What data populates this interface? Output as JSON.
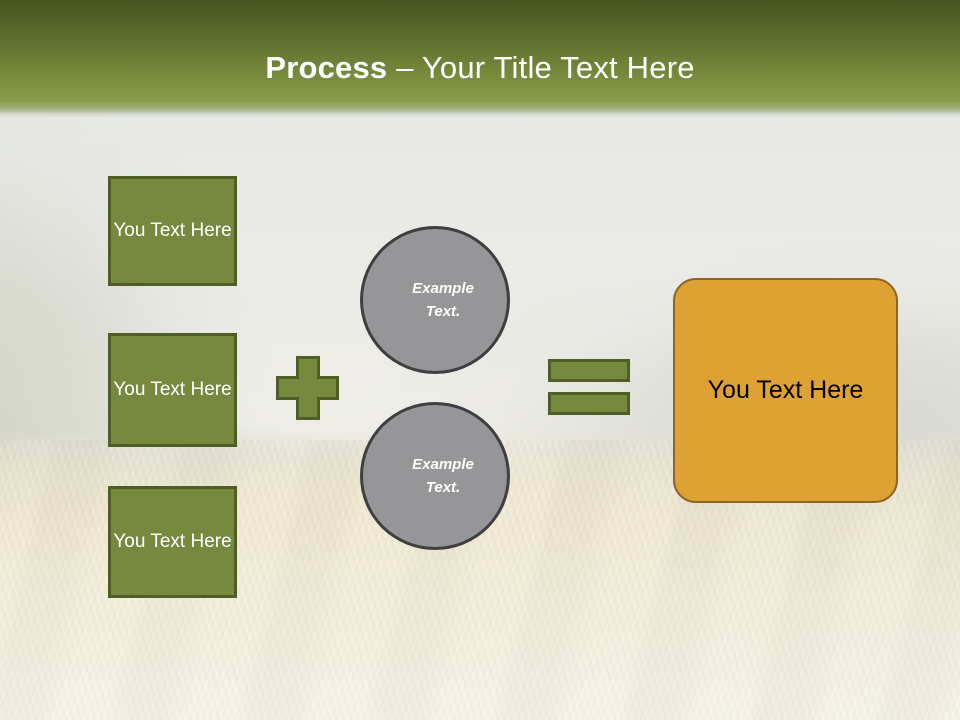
{
  "header": {
    "title_bold": "Process",
    "title_rest": " – Your Title Text Here"
  },
  "inputs": {
    "boxes": [
      {
        "label": "You Text Here"
      },
      {
        "label": "You Text Here"
      },
      {
        "label": "You Text Here"
      }
    ]
  },
  "operators": {
    "plus": "+",
    "equals": "="
  },
  "circles": [
    {
      "line1": "Example",
      "line2": "Text."
    },
    {
      "line1": "Example",
      "line2": "Text."
    }
  ],
  "result": {
    "label": "You Text Here"
  },
  "colors": {
    "header_top": "#47571f",
    "header_bottom": "#899c4b",
    "green_fill": "#76893f",
    "green_border": "#4f5e25",
    "circle_fill": "#969698",
    "circle_border": "#3f3f41",
    "orange_fill": "#dda233",
    "orange_border": "#8d6524",
    "slide_background": "#e4e4e0"
  }
}
